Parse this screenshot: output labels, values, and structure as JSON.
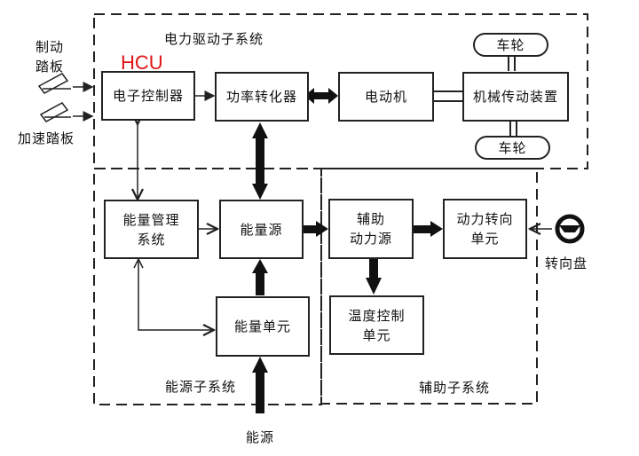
{
  "subsystems": {
    "drive": "电力驱动子系统",
    "energy": "能源子系统",
    "auxiliary": "辅助子系统"
  },
  "hcu_label": "HCU",
  "colors": {
    "hcu": "#e01414",
    "line": "#222222"
  },
  "inputs": {
    "brake_pedal": "制动\n踏板",
    "accel_pedal": "加速踏板",
    "steering_wheel": "转向盘",
    "energy_source": "能源"
  },
  "blocks": {
    "electronic_controller": "电子控制器",
    "power_converter": "功率转化器",
    "motor": "电动机",
    "mechanical_transmission": "机械传动装置",
    "wheel_top": "车轮",
    "wheel_bottom": "车轮",
    "energy_management": "能量管理\n系统",
    "energy_source_block": "能量源",
    "energy_unit": "能量单元",
    "aux_power_source": "辅助\n动力源",
    "power_steering_unit": "动力转向\n单元",
    "temperature_control_unit": "温度控制\n单元"
  }
}
